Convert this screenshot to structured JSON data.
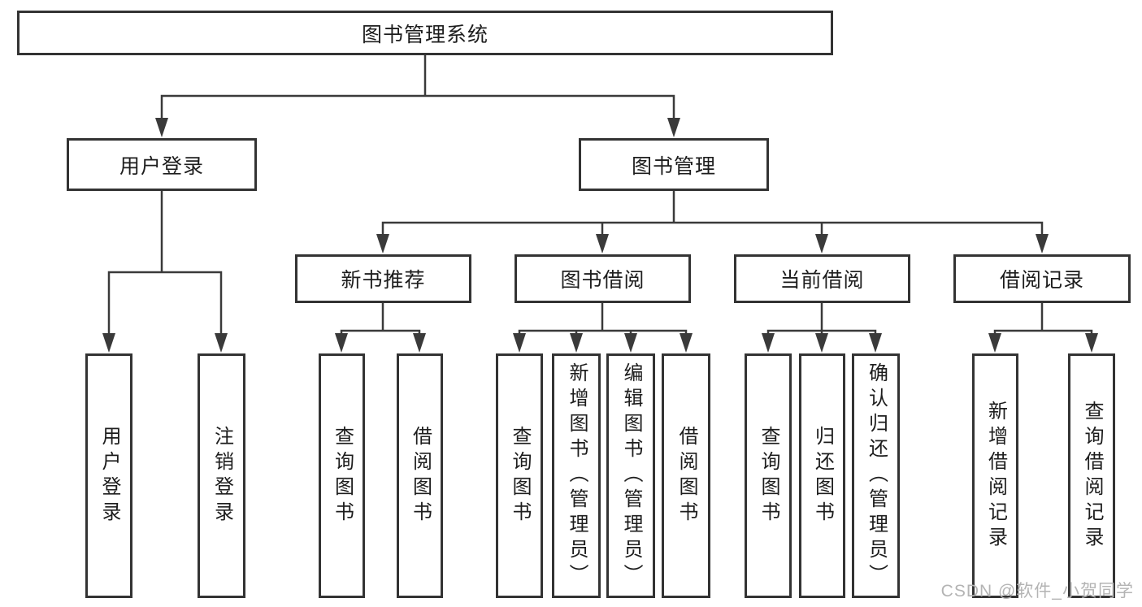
{
  "colors": {
    "background": "#ffffff",
    "line": "#3a3a3a",
    "border": "#333333",
    "box_fill": "#ffffff",
    "text": "#1d1d1d",
    "watermark": "#b4b4b4"
  },
  "diagram": {
    "root": {
      "label": "图书管理系统"
    },
    "branches": {
      "user": {
        "label": "用户登录",
        "children": [
          {
            "label": "用户登录"
          },
          {
            "label": "注销登录"
          }
        ]
      },
      "book": {
        "label": "图书管理",
        "groups": [
          {
            "label": "新书推荐",
            "children": [
              {
                "label": "查询图书"
              },
              {
                "label": "借阅图书"
              }
            ]
          },
          {
            "label": "图书借阅",
            "children": [
              {
                "label": "查询图书"
              },
              {
                "label": "新增图书（管理员）"
              },
              {
                "label": "编辑图书（管理员）"
              },
              {
                "label": "借阅图书"
              }
            ]
          },
          {
            "label": "当前借阅",
            "children": [
              {
                "label": "查询图书"
              },
              {
                "label": "归还图书"
              },
              {
                "label": "确认归还（管理员）"
              }
            ]
          },
          {
            "label": "借阅记录",
            "children": [
              {
                "label": "新增借阅记录"
              },
              {
                "label": "查询借阅记录"
              }
            ]
          }
        ]
      }
    }
  },
  "watermark": {
    "text": "CSDN @软件_小贺同学"
  }
}
